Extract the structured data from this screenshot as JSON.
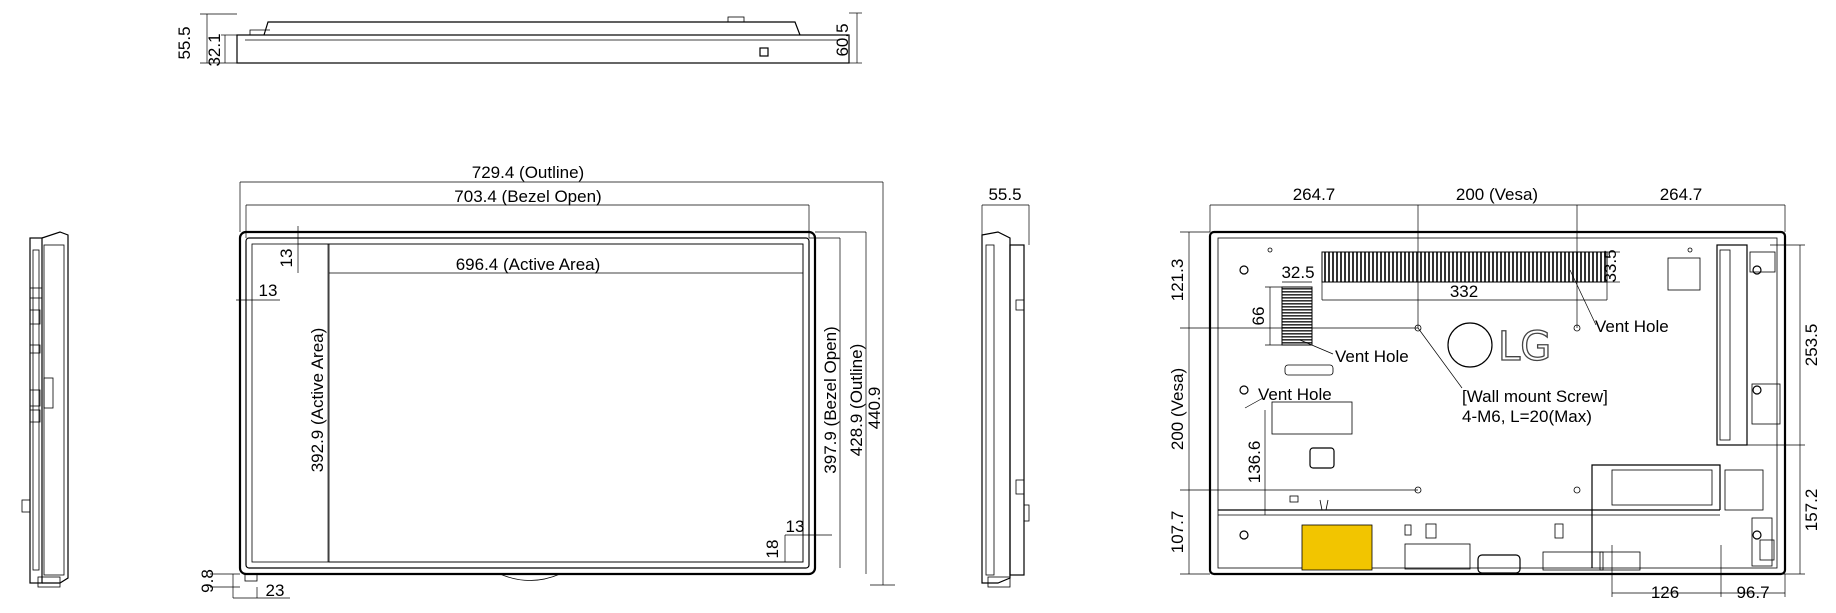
{
  "top_view": {
    "depth_total": "55.5",
    "depth_body": "32.1",
    "depth_right": "60.5"
  },
  "front_view": {
    "outline_width": "729.4 (Outline)",
    "bezel_open_width": "703.4 (Bezel Open)",
    "active_width": "696.4 (Active Area)",
    "active_height": "392.9 (Active Area)",
    "bezel_open_height": "397.9 (Bezel Open)",
    "outline_height": "428.9 (Outline)",
    "total_height": "440.9",
    "bezel_top": "13",
    "bezel_left": "13",
    "bezel_right": "13",
    "bezel_bottom": "18",
    "stand_height": "9.8",
    "stand_offset": "23"
  },
  "side_view": {
    "depth": "55.5"
  },
  "rear_view": {
    "left_offset": "264.7",
    "vesa_h": "200 (Vesa)",
    "right_offset": "264.7",
    "top_offset": "121.3",
    "vesa_v": "200 (Vesa)",
    "bottom_offset": "107.7",
    "right_upper": "253.5",
    "right_lower": "157.2",
    "vent_top_width": "332",
    "vent_top_height": "33.5",
    "vent_left_width": "32.5",
    "vent_left_height": "66",
    "vent_lower_height": "136.6",
    "bottom_a": "126",
    "bottom_b": "96.7",
    "vent_hole_1": "Vent Hole",
    "vent_hole_2": "Vent Hole",
    "vent_hole_3": "Vent Hole",
    "wall_mount_line1": "[Wall mount Screw]",
    "wall_mount_line2": "4-M6, L=20(Max)",
    "logo_text": "LG"
  }
}
